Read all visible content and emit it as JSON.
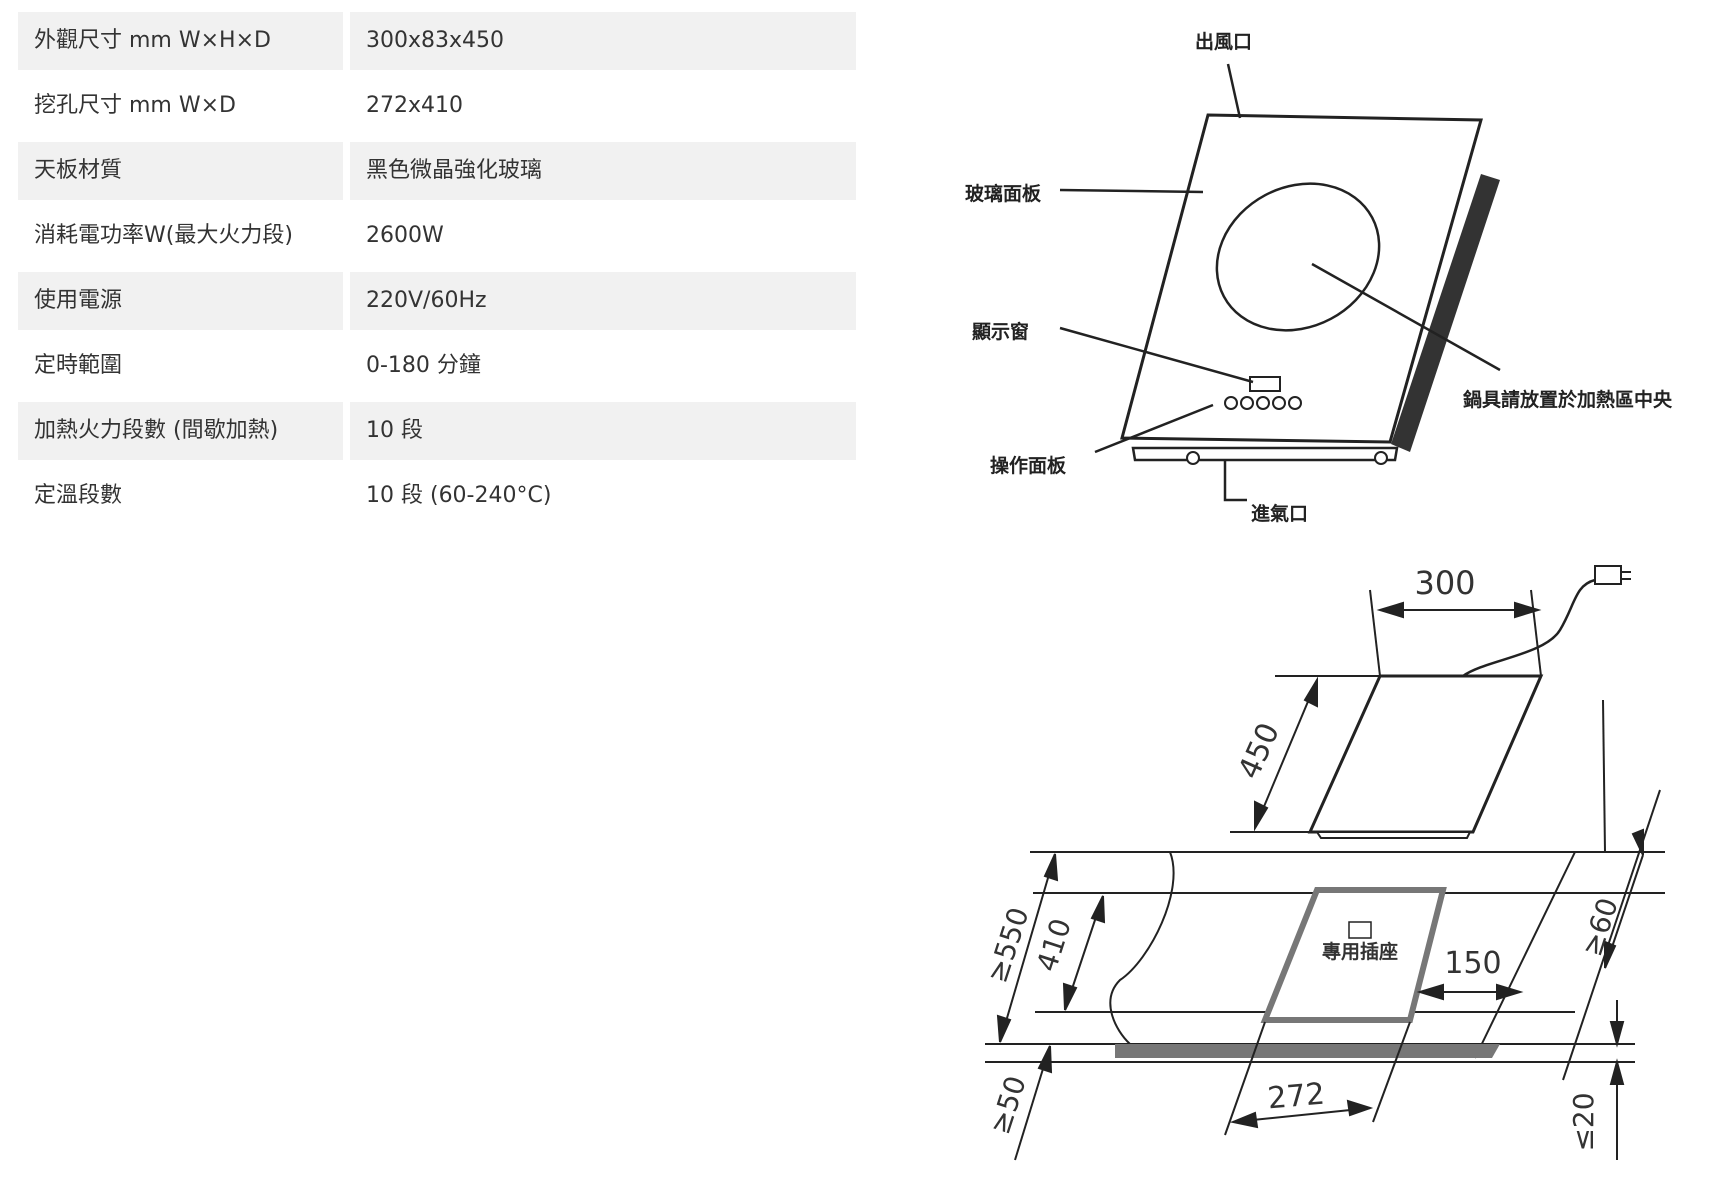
{
  "specs": [
    {
      "label": "外觀尺寸 mm W×H×D",
      "value": "300x83x450"
    },
    {
      "label": "挖孔尺寸 mm W×D",
      "value": "272x410"
    },
    {
      "label": "天板材質",
      "value": "黑色微晶強化玻璃"
    },
    {
      "label": "消耗電功率W(最大火力段)",
      "value": "2600W"
    },
    {
      "label": "使用電源",
      "value": "220V/60Hz"
    },
    {
      "label": "定時範圍",
      "value": "0-180 分鐘"
    },
    {
      "label": "加熱火力段數 (間歇加熱)",
      "value": "10 段"
    },
    {
      "label": "定溫段數",
      "value": "10 段 (60-240°C)"
    }
  ],
  "diagram_top": {
    "exhaust": "出風口",
    "glass_panel": "玻璃面板",
    "display": "顯示窗",
    "pot_center": "鍋具請放置於加熱區中央",
    "control_panel": "操作面板",
    "intake": "進氣口"
  },
  "diagram_bottom": {
    "dim_width": "300",
    "dim_depth": "450",
    "dim_min_depth": "≥550",
    "dim_cutout_depth": "410",
    "dim_front": "≥50",
    "dim_cutout_width": "272",
    "dim_socket_gap": "150",
    "dim_side": "≥60",
    "dim_bottom": "≤20",
    "socket_label": "專用插座"
  }
}
